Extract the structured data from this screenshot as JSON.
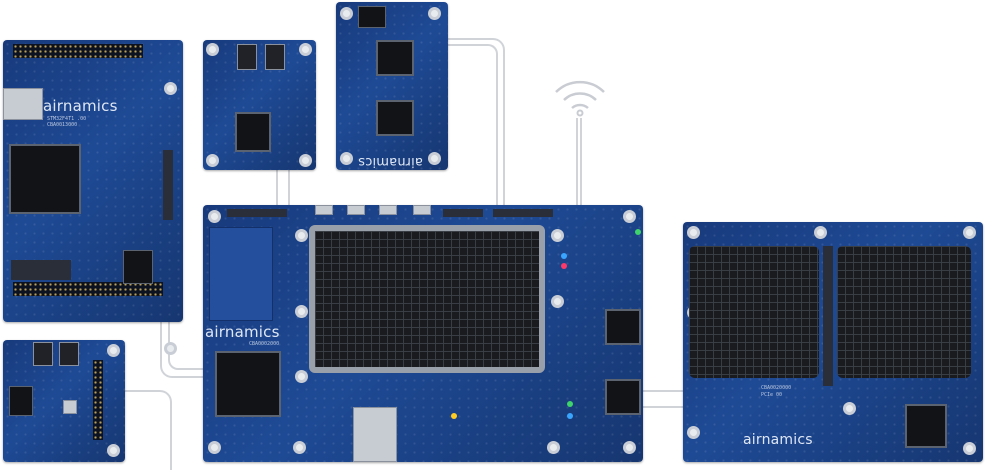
{
  "scene": {
    "description_label": "",
    "brand_labels": {
      "top_left_board": "airnamics",
      "top_left_board_model": "STM32F4T1 .00",
      "top_left_board_code": "CBA0013000",
      "top_right_small_board": "airnamics",
      "main_board": "airnamics",
      "main_board_code": "CBA0002000",
      "right_board": "airnamics",
      "right_board_code": "CBA0020000",
      "right_board_sub": "PCIe 00"
    },
    "colors": {
      "pcb_blue": "#1e4a95",
      "heatsink": "#1a1b1f",
      "wire": "#d0d3d8",
      "background": "#ffffff"
    },
    "icons": {
      "wifi": "wifi-icon"
    }
  }
}
